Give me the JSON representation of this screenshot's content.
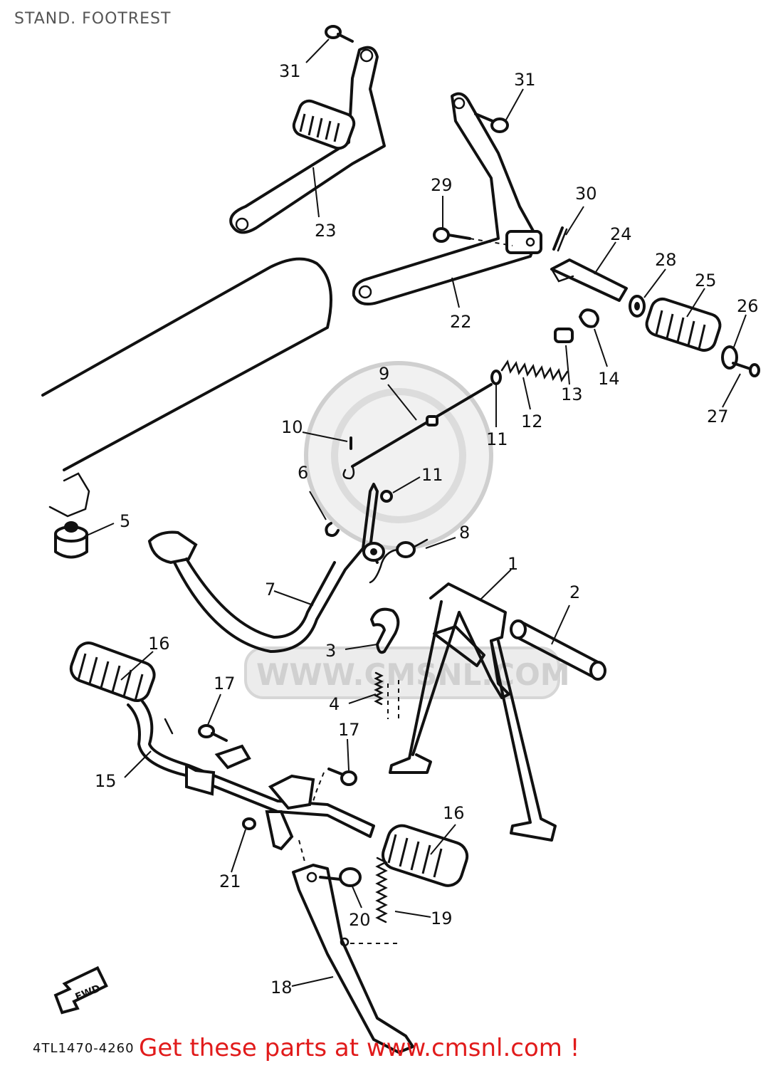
{
  "title": "STAND. FOOTREST",
  "catalog_code": "4TL1470-4260",
  "cta": "Get these parts at www.cmsnl.com !",
  "watermark": "WWW.CMSNL.COM",
  "fwd_label": "FWD",
  "callouts": {
    "p1": "1",
    "p2": "2",
    "p3": "3",
    "p4": "4",
    "p5": "5",
    "p6": "6",
    "p7": "7",
    "p8": "8",
    "p9": "9",
    "p10": "10",
    "p11a": "11",
    "p11b": "11",
    "p12": "12",
    "p13": "13",
    "p14": "14",
    "p15": "15",
    "p16a": "16",
    "p16b": "16",
    "p17a": "17",
    "p17b": "17",
    "p18": "18",
    "p19": "19",
    "p20": "20",
    "p21": "21",
    "p22": "22",
    "p23": "23",
    "p24": "24",
    "p25": "25",
    "p26": "26",
    "p27": "27",
    "p28": "28",
    "p29": "29",
    "p30": "30",
    "p31a": "31",
    "p31b": "31"
  },
  "colors": {
    "line": "#111111",
    "title": "#555555",
    "cta": "#e11b1b",
    "watermark": "#d8d8d8"
  }
}
